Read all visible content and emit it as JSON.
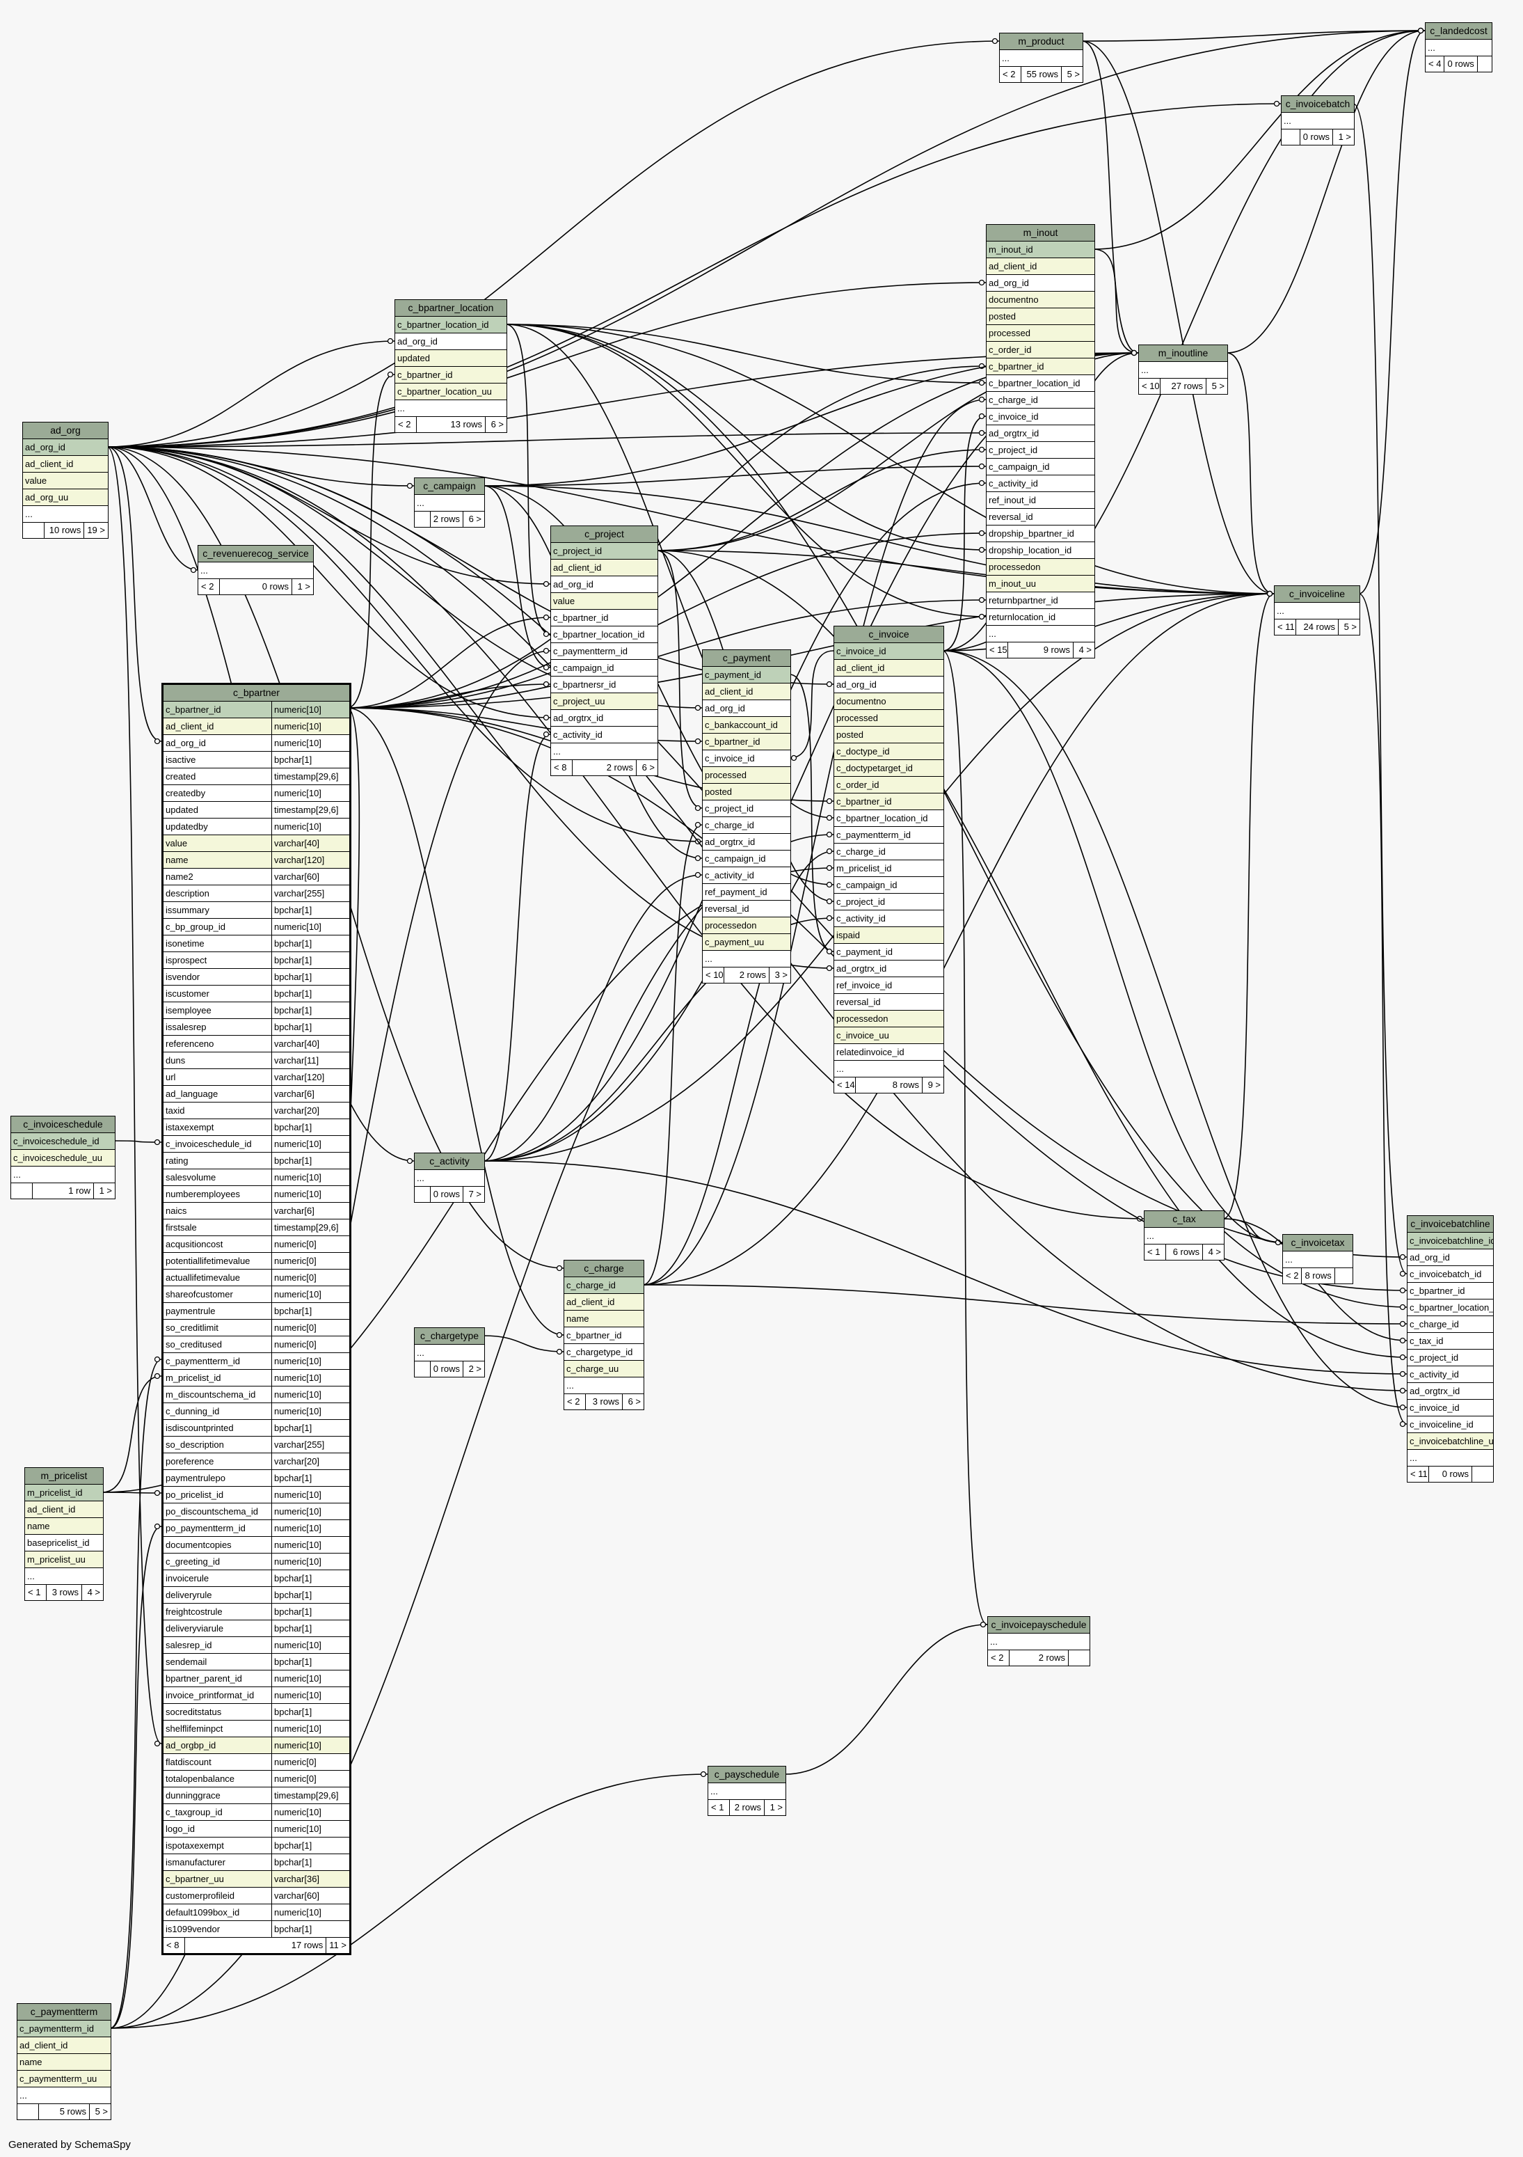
{
  "footer": "Generated by SchemaSpy",
  "tables": [
    {
      "id": "c_landedcost",
      "title": "c_landedcost",
      "rows": [
        {
          "t": "..."
        }
      ],
      "footer": [
        "< 4",
        "0 rows",
        ""
      ]
    },
    {
      "id": "m_product",
      "title": "m_product",
      "rows": [
        {
          "t": "..."
        }
      ],
      "footer": [
        "< 2",
        "55 rows",
        "5 >"
      ]
    },
    {
      "id": "c_invoicebatch",
      "title": "c_invoicebatch",
      "rows": [
        {
          "t": "..."
        }
      ],
      "footer": [
        "",
        "0 rows",
        "1 >"
      ]
    },
    {
      "id": "m_inout",
      "title": "m_inout",
      "rows": [
        {
          "t": "m_inout_id",
          "k": "pk"
        },
        {
          "t": "ad_client_id",
          "k": "idx"
        },
        {
          "t": "ad_org_id"
        },
        {
          "t": "documentno",
          "k": "idx"
        },
        {
          "t": "posted",
          "k": "idx"
        },
        {
          "t": "processed",
          "k": "idx"
        },
        {
          "t": "c_order_id",
          "k": "idx"
        },
        {
          "t": "c_bpartner_id",
          "k": "idx"
        },
        {
          "t": "c_bpartner_location_id"
        },
        {
          "t": "c_charge_id"
        },
        {
          "t": "c_invoice_id"
        },
        {
          "t": "ad_orgtrx_id"
        },
        {
          "t": "c_project_id"
        },
        {
          "t": "c_campaign_id"
        },
        {
          "t": "c_activity_id"
        },
        {
          "t": "ref_inout_id"
        },
        {
          "t": "reversal_id"
        },
        {
          "t": "dropship_bpartner_id"
        },
        {
          "t": "dropship_location_id"
        },
        {
          "t": "processedon",
          "k": "idx"
        },
        {
          "t": "m_inout_uu",
          "k": "idx"
        },
        {
          "t": "returnbpartner_id"
        },
        {
          "t": "returnlocation_id"
        },
        {
          "t": "..."
        }
      ],
      "footer": [
        "< 15",
        "9 rows",
        "4 >"
      ]
    },
    {
      "id": "m_inoutline",
      "title": "m_inoutline",
      "rows": [
        {
          "t": "..."
        }
      ],
      "footer": [
        "< 10",
        "27 rows",
        "5 >"
      ]
    },
    {
      "id": "c_bpartner_location",
      "title": "c_bpartner_location",
      "rows": [
        {
          "t": "c_bpartner_location_id",
          "k": "pk"
        },
        {
          "t": "ad_org_id"
        },
        {
          "t": "updated",
          "k": "idx"
        },
        {
          "t": "c_bpartner_id",
          "k": "idx"
        },
        {
          "t": "c_bpartner_location_uu",
          "k": "idx"
        },
        {
          "t": "..."
        }
      ],
      "footer": [
        "< 2",
        "13 rows",
        "6 >"
      ]
    },
    {
      "id": "ad_org",
      "title": "ad_org",
      "rows": [
        {
          "t": "ad_org_id",
          "k": "pk"
        },
        {
          "t": "ad_client_id",
          "k": "idx"
        },
        {
          "t": "value",
          "k": "idx"
        },
        {
          "t": "ad_org_uu",
          "k": "idx"
        },
        {
          "t": "..."
        }
      ],
      "footer": [
        "",
        "10 rows",
        "19 >"
      ]
    },
    {
      "id": "c_campaign",
      "title": "c_campaign",
      "rows": [
        {
          "t": "..."
        }
      ],
      "footer": [
        "",
        "2 rows",
        "6 >"
      ]
    },
    {
      "id": "c_project",
      "title": "c_project",
      "rows": [
        {
          "t": "c_project_id",
          "k": "pk"
        },
        {
          "t": "ad_client_id",
          "k": "idx"
        },
        {
          "t": "ad_org_id"
        },
        {
          "t": "value",
          "k": "idx"
        },
        {
          "t": "c_bpartner_id"
        },
        {
          "t": "c_bpartner_location_id"
        },
        {
          "t": "c_paymentterm_id"
        },
        {
          "t": "c_campaign_id"
        },
        {
          "t": "c_bpartnersr_id"
        },
        {
          "t": "c_project_uu",
          "k": "idx"
        },
        {
          "t": "ad_orgtrx_id"
        },
        {
          "t": "c_activity_id"
        },
        {
          "t": "..."
        }
      ],
      "footer": [
        "< 8",
        "2 rows",
        "6 >"
      ]
    },
    {
      "id": "c_revenuerecog_service",
      "title": "c_revenuerecog_service",
      "rows": [
        {
          "t": "..."
        }
      ],
      "footer": [
        "< 2",
        "0 rows",
        "1 >"
      ]
    },
    {
      "id": "c_invoiceline",
      "title": "c_invoiceline",
      "rows": [
        {
          "t": "..."
        }
      ],
      "footer": [
        "< 11",
        "24 rows",
        "5 >"
      ]
    },
    {
      "id": "c_invoice",
      "title": "c_invoice",
      "rows": [
        {
          "t": "c_invoice_id",
          "k": "pk"
        },
        {
          "t": "ad_client_id",
          "k": "idx"
        },
        {
          "t": "ad_org_id"
        },
        {
          "t": "documentno",
          "k": "idx"
        },
        {
          "t": "processed",
          "k": "idx"
        },
        {
          "t": "posted",
          "k": "idx"
        },
        {
          "t": "c_doctype_id",
          "k": "idx"
        },
        {
          "t": "c_doctypetarget_id",
          "k": "idx"
        },
        {
          "t": "c_order_id",
          "k": "idx"
        },
        {
          "t": "c_bpartner_id",
          "k": "idx"
        },
        {
          "t": "c_bpartner_location_id"
        },
        {
          "t": "c_paymentterm_id"
        },
        {
          "t": "c_charge_id"
        },
        {
          "t": "m_pricelist_id"
        },
        {
          "t": "c_campaign_id"
        },
        {
          "t": "c_project_id"
        },
        {
          "t": "c_activity_id"
        },
        {
          "t": "ispaid",
          "k": "idx"
        },
        {
          "t": "c_payment_id"
        },
        {
          "t": "ad_orgtrx_id"
        },
        {
          "t": "ref_invoice_id"
        },
        {
          "t": "reversal_id"
        },
        {
          "t": "processedon",
          "k": "idx"
        },
        {
          "t": "c_invoice_uu",
          "k": "idx"
        },
        {
          "t": "relatedinvoice_id"
        },
        {
          "t": "..."
        }
      ],
      "footer": [
        "< 14",
        "8 rows",
        "9 >"
      ]
    },
    {
      "id": "c_payment",
      "title": "c_payment",
      "rows": [
        {
          "t": "c_payment_id",
          "k": "pk"
        },
        {
          "t": "ad_client_id",
          "k": "idx"
        },
        {
          "t": "ad_org_id"
        },
        {
          "t": "c_bankaccount_id",
          "k": "idx"
        },
        {
          "t": "c_bpartner_id",
          "k": "idx"
        },
        {
          "t": "c_invoice_id"
        },
        {
          "t": "processed",
          "k": "idx"
        },
        {
          "t": "posted",
          "k": "idx"
        },
        {
          "t": "c_project_id"
        },
        {
          "t": "c_charge_id"
        },
        {
          "t": "ad_orgtrx_id"
        },
        {
          "t": "c_campaign_id"
        },
        {
          "t": "c_activity_id"
        },
        {
          "t": "ref_payment_id"
        },
        {
          "t": "reversal_id"
        },
        {
          "t": "processedon",
          "k": "idx"
        },
        {
          "t": "c_payment_uu",
          "k": "idx"
        },
        {
          "t": "..."
        }
      ],
      "footer": [
        "< 10",
        "2 rows",
        "3 >"
      ]
    },
    {
      "id": "c_bpartner",
      "title": "c_bpartner",
      "main": true,
      "rows": [
        {
          "t": "c_bpartner_id",
          "ty": "numeric[10]",
          "k": "pk"
        },
        {
          "t": "ad_client_id",
          "ty": "numeric[10]",
          "k": "idx"
        },
        {
          "t": "ad_org_id",
          "ty": "numeric[10]"
        },
        {
          "t": "isactive",
          "ty": "bpchar[1]"
        },
        {
          "t": "created",
          "ty": "timestamp[29,6]"
        },
        {
          "t": "createdby",
          "ty": "numeric[10]"
        },
        {
          "t": "updated",
          "ty": "timestamp[29,6]"
        },
        {
          "t": "updatedby",
          "ty": "numeric[10]"
        },
        {
          "t": "value",
          "ty": "varchar[40]",
          "k": "idx"
        },
        {
          "t": "name",
          "ty": "varchar[120]",
          "k": "idx"
        },
        {
          "t": "name2",
          "ty": "varchar[60]"
        },
        {
          "t": "description",
          "ty": "varchar[255]"
        },
        {
          "t": "issummary",
          "ty": "bpchar[1]"
        },
        {
          "t": "c_bp_group_id",
          "ty": "numeric[10]"
        },
        {
          "t": "isonetime",
          "ty": "bpchar[1]"
        },
        {
          "t": "isprospect",
          "ty": "bpchar[1]"
        },
        {
          "t": "isvendor",
          "ty": "bpchar[1]"
        },
        {
          "t": "iscustomer",
          "ty": "bpchar[1]"
        },
        {
          "t": "isemployee",
          "ty": "bpchar[1]"
        },
        {
          "t": "issalesrep",
          "ty": "bpchar[1]"
        },
        {
          "t": "referenceno",
          "ty": "varchar[40]"
        },
        {
          "t": "duns",
          "ty": "varchar[11]"
        },
        {
          "t": "url",
          "ty": "varchar[120]"
        },
        {
          "t": "ad_language",
          "ty": "varchar[6]"
        },
        {
          "t": "taxid",
          "ty": "varchar[20]"
        },
        {
          "t": "istaxexempt",
          "ty": "bpchar[1]"
        },
        {
          "t": "c_invoiceschedule_id",
          "ty": "numeric[10]"
        },
        {
          "t": "rating",
          "ty": "bpchar[1]"
        },
        {
          "t": "salesvolume",
          "ty": "numeric[10]"
        },
        {
          "t": "numberemployees",
          "ty": "numeric[10]"
        },
        {
          "t": "naics",
          "ty": "varchar[6]"
        },
        {
          "t": "firstsale",
          "ty": "timestamp[29,6]"
        },
        {
          "t": "acqusitioncost",
          "ty": "numeric[0]"
        },
        {
          "t": "potentiallifetimevalue",
          "ty": "numeric[0]"
        },
        {
          "t": "actuallifetimevalue",
          "ty": "numeric[0]"
        },
        {
          "t": "shareofcustomer",
          "ty": "numeric[10]"
        },
        {
          "t": "paymentrule",
          "ty": "bpchar[1]"
        },
        {
          "t": "so_creditlimit",
          "ty": "numeric[0]"
        },
        {
          "t": "so_creditused",
          "ty": "numeric[0]"
        },
        {
          "t": "c_paymentterm_id",
          "ty": "numeric[10]"
        },
        {
          "t": "m_pricelist_id",
          "ty": "numeric[10]"
        },
        {
          "t": "m_discountschema_id",
          "ty": "numeric[10]"
        },
        {
          "t": "c_dunning_id",
          "ty": "numeric[10]"
        },
        {
          "t": "isdiscountprinted",
          "ty": "bpchar[1]"
        },
        {
          "t": "so_description",
          "ty": "varchar[255]"
        },
        {
          "t": "poreference",
          "ty": "varchar[20]"
        },
        {
          "t": "paymentrulepo",
          "ty": "bpchar[1]"
        },
        {
          "t": "po_pricelist_id",
          "ty": "numeric[10]"
        },
        {
          "t": "po_discountschema_id",
          "ty": "numeric[10]"
        },
        {
          "t": "po_paymentterm_id",
          "ty": "numeric[10]"
        },
        {
          "t": "documentcopies",
          "ty": "numeric[10]"
        },
        {
          "t": "c_greeting_id",
          "ty": "numeric[10]"
        },
        {
          "t": "invoicerule",
          "ty": "bpchar[1]"
        },
        {
          "t": "deliveryrule",
          "ty": "bpchar[1]"
        },
        {
          "t": "freightcostrule",
          "ty": "bpchar[1]"
        },
        {
          "t": "deliveryviarule",
          "ty": "bpchar[1]"
        },
        {
          "t": "salesrep_id",
          "ty": "numeric[10]"
        },
        {
          "t": "sendemail",
          "ty": "bpchar[1]"
        },
        {
          "t": "bpartner_parent_id",
          "ty": "numeric[10]"
        },
        {
          "t": "invoice_printformat_id",
          "ty": "numeric[10]"
        },
        {
          "t": "socreditstatus",
          "ty": "bpchar[1]"
        },
        {
          "t": "shelflifeminpct",
          "ty": "numeric[10]"
        },
        {
          "t": "ad_orgbp_id",
          "ty": "numeric[10]",
          "k": "idx"
        },
        {
          "t": "flatdiscount",
          "ty": "numeric[0]"
        },
        {
          "t": "totalopenbalance",
          "ty": "numeric[0]"
        },
        {
          "t": "dunninggrace",
          "ty": "timestamp[29,6]"
        },
        {
          "t": "c_taxgroup_id",
          "ty": "numeric[10]"
        },
        {
          "t": "logo_id",
          "ty": "numeric[10]"
        },
        {
          "t": "ispotaxexempt",
          "ty": "bpchar[1]"
        },
        {
          "t": "ismanufacturer",
          "ty": "bpchar[1]"
        },
        {
          "t": "c_bpartner_uu",
          "ty": "varchar[36]",
          "k": "idx"
        },
        {
          "t": "customerprofileid",
          "ty": "varchar[60]"
        },
        {
          "t": "default1099box_id",
          "ty": "numeric[10]"
        },
        {
          "t": "is1099vendor",
          "ty": "bpchar[1]"
        }
      ],
      "footer": [
        "< 8",
        "17 rows",
        "11 >"
      ]
    },
    {
      "id": "c_invoiceschedule",
      "title": "c_invoiceschedule",
      "rows": [
        {
          "t": "c_invoiceschedule_id",
          "k": "pk"
        },
        {
          "t": "c_invoiceschedule_uu",
          "k": "idx"
        },
        {
          "t": "..."
        }
      ],
      "footer": [
        "",
        "1 row",
        "1 >"
      ]
    },
    {
      "id": "c_activity",
      "title": "c_activity",
      "rows": [
        {
          "t": "..."
        }
      ],
      "footer": [
        "",
        "0 rows",
        "7 >"
      ]
    },
    {
      "id": "c_tax",
      "title": "c_tax",
      "rows": [
        {
          "t": "..."
        }
      ],
      "footer": [
        "< 1",
        "6 rows",
        "4 >"
      ]
    },
    {
      "id": "c_invoicetax",
      "title": "c_invoicetax",
      "rows": [
        {
          "t": "..."
        }
      ],
      "footer": [
        "< 2",
        "8 rows",
        ""
      ]
    },
    {
      "id": "c_invoicebatchline",
      "title": "c_invoicebatchline",
      "rows": [
        {
          "t": "c_invoicebatchline_id",
          "k": "pk"
        },
        {
          "t": "ad_org_id"
        },
        {
          "t": "c_invoicebatch_id"
        },
        {
          "t": "c_bpartner_id"
        },
        {
          "t": "c_bpartner_location_id"
        },
        {
          "t": "c_charge_id"
        },
        {
          "t": "c_tax_id"
        },
        {
          "t": "c_project_id"
        },
        {
          "t": "c_activity_id"
        },
        {
          "t": "ad_orgtrx_id"
        },
        {
          "t": "c_invoice_id"
        },
        {
          "t": "c_invoiceline_id"
        },
        {
          "t": "c_invoicebatchline_uu",
          "k": "idx"
        },
        {
          "t": "..."
        }
      ],
      "footer": [
        "< 11",
        "0 rows",
        ""
      ]
    },
    {
      "id": "c_charge",
      "title": "c_charge",
      "rows": [
        {
          "t": "c_charge_id",
          "k": "pk"
        },
        {
          "t": "ad_client_id",
          "k": "idx"
        },
        {
          "t": "name",
          "k": "idx"
        },
        {
          "t": "c_bpartner_id"
        },
        {
          "t": "c_chargetype_id"
        },
        {
          "t": "c_charge_uu",
          "k": "idx"
        },
        {
          "t": "..."
        }
      ],
      "footer": [
        "< 2",
        "3 rows",
        "6 >"
      ]
    },
    {
      "id": "c_chargetype",
      "title": "c_chargetype",
      "rows": [
        {
          "t": "..."
        }
      ],
      "footer": [
        "",
        "0 rows",
        "2 >"
      ]
    },
    {
      "id": "m_pricelist",
      "title": "m_pricelist",
      "rows": [
        {
          "t": "m_pricelist_id",
          "k": "pk"
        },
        {
          "t": "ad_client_id",
          "k": "idx"
        },
        {
          "t": "name",
          "k": "idx"
        },
        {
          "t": "basepricelist_id"
        },
        {
          "t": "m_pricelist_uu",
          "k": "idx"
        },
        {
          "t": "..."
        }
      ],
      "footer": [
        "< 1",
        "3 rows",
        "4 >"
      ]
    },
    {
      "id": "c_invoicepayschedule",
      "title": "c_invoicepayschedule",
      "rows": [
        {
          "t": "..."
        }
      ],
      "footer": [
        "< 2",
        "2 rows",
        ""
      ]
    },
    {
      "id": "c_payschedule",
      "title": "c_payschedule",
      "rows": [
        {
          "t": "..."
        }
      ],
      "footer": [
        "< 1",
        "2 rows",
        "1 >"
      ]
    },
    {
      "id": "c_paymentterm",
      "title": "c_paymentterm",
      "rows": [
        {
          "t": "c_paymentterm_id",
          "k": "pk"
        },
        {
          "t": "ad_client_id",
          "k": "idx"
        },
        {
          "t": "name",
          "k": "idx"
        },
        {
          "t": "c_paymentterm_uu",
          "k": "idx"
        },
        {
          "t": "..."
        }
      ],
      "footer": [
        "",
        "5 rows",
        "5 >"
      ]
    }
  ]
}
